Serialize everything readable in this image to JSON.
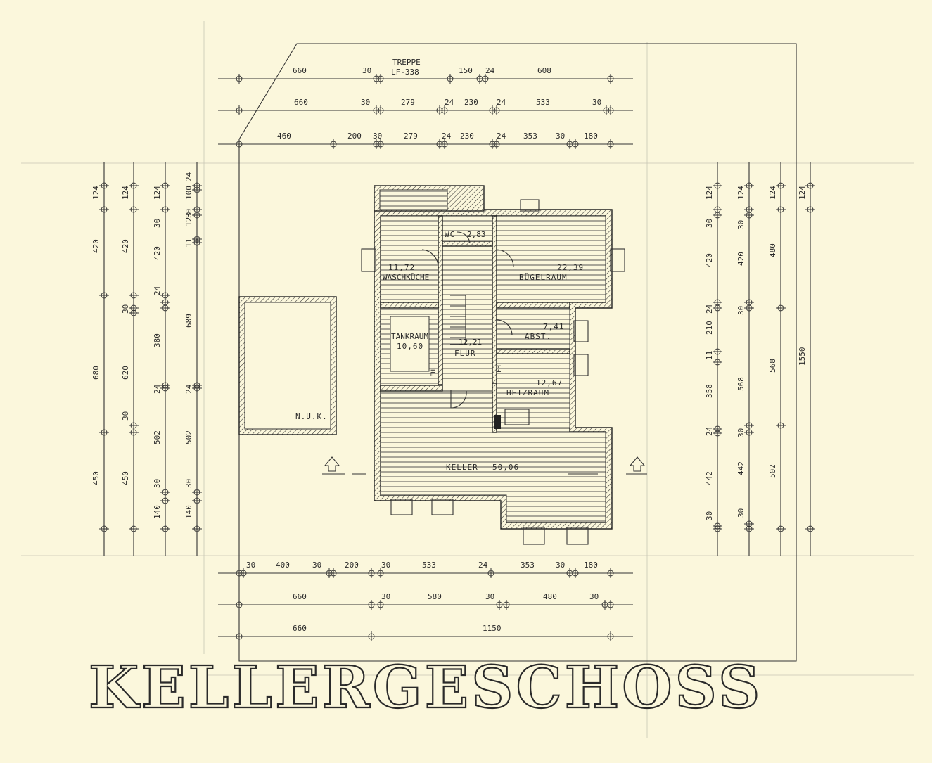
{
  "title": "KELLERGESCHOSS",
  "stair_label_top": "TREPPE",
  "stair_label_bottom": "LF-338",
  "rooms": [
    {
      "name": "WASCHKÜCHE",
      "area": "11,72"
    },
    {
      "name": "WC",
      "area": "2,83"
    },
    {
      "name": "BÜGELRAUM",
      "area": "22,39"
    },
    {
      "name": "TANKRAUM",
      "area": "10,60"
    },
    {
      "name": "FLUR",
      "area": "12,21"
    },
    {
      "name": "ABST.",
      "area": "7,41"
    },
    {
      "name": "HEIZRAUM",
      "area": "12,67"
    },
    {
      "name": "KELLER",
      "area": "50,06"
    },
    {
      "name": "N.U.K.",
      "area": ""
    }
  ],
  "top_dims": [
    [
      "660",
      "30",
      "150",
      "24",
      "608"
    ],
    [
      "660",
      "30",
      "279",
      "24",
      "230",
      "24",
      "533",
      "30"
    ],
    [
      "460",
      "200",
      "30",
      "279",
      "24",
      "230",
      "24",
      "353",
      "30",
      "180"
    ]
  ],
  "bottom_dims": [
    [
      "30",
      "400",
      "30",
      "200",
      "30",
      "533",
      "24",
      "353",
      "30",
      "180"
    ],
    [
      "660",
      "30",
      "580",
      "30",
      "480",
      "30"
    ],
    [
      "660",
      "1150"
    ]
  ],
  "left_dims": [
    [
      "124",
      "420",
      "680",
      "450"
    ],
    [
      "124",
      "420",
      "30",
      "620",
      "30",
      "450"
    ],
    [
      "30",
      "124",
      "420",
      "24",
      "380",
      "24",
      "502",
      "30",
      "140"
    ],
    [
      "24",
      "100",
      "30",
      "123",
      "11",
      "689",
      "24",
      "502",
      "30",
      "140"
    ]
  ],
  "right_dims": [
    [
      "124",
      "30",
      "420",
      "24",
      "210",
      "11",
      "358",
      "24",
      "442",
      "30"
    ],
    [
      "124",
      "30",
      "420",
      "30",
      "568",
      "30",
      "442",
      "30"
    ],
    [
      "124",
      "480",
      "568",
      "502"
    ],
    [
      "124",
      "1550"
    ]
  ],
  "wall_marks": [
    "FH",
    "FH"
  ]
}
